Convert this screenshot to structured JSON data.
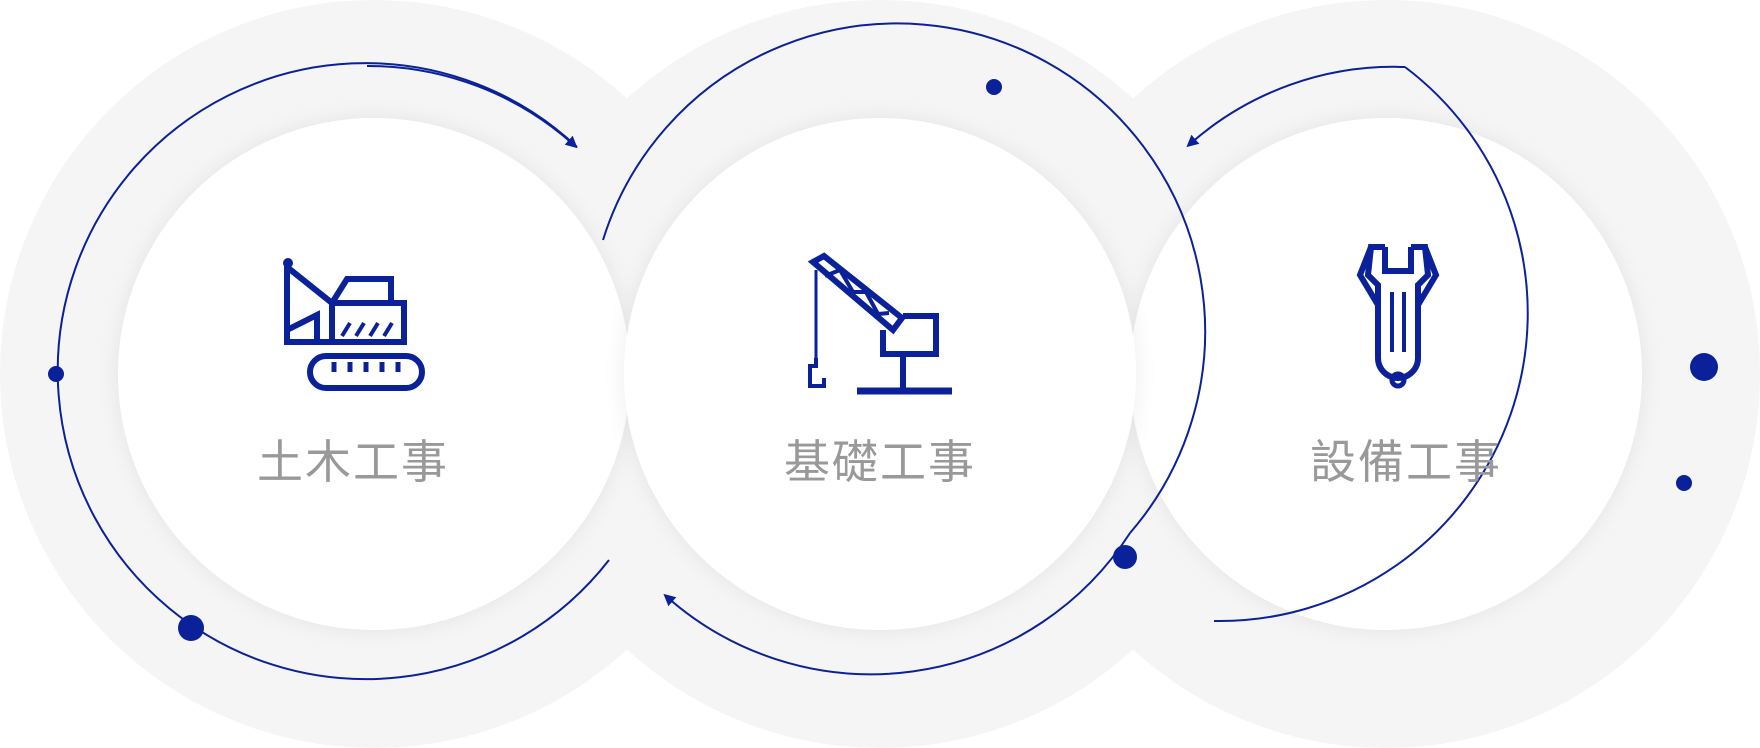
{
  "colors": {
    "accent": "#0b2199",
    "ring": "#f5f5f6",
    "label": "#999999"
  },
  "cards": [
    {
      "label": "土木工事",
      "icon": "excavator-icon"
    },
    {
      "label": "基礎工事",
      "icon": "crane-icon"
    },
    {
      "label": "設備工事",
      "icon": "wrench-icon"
    }
  ]
}
